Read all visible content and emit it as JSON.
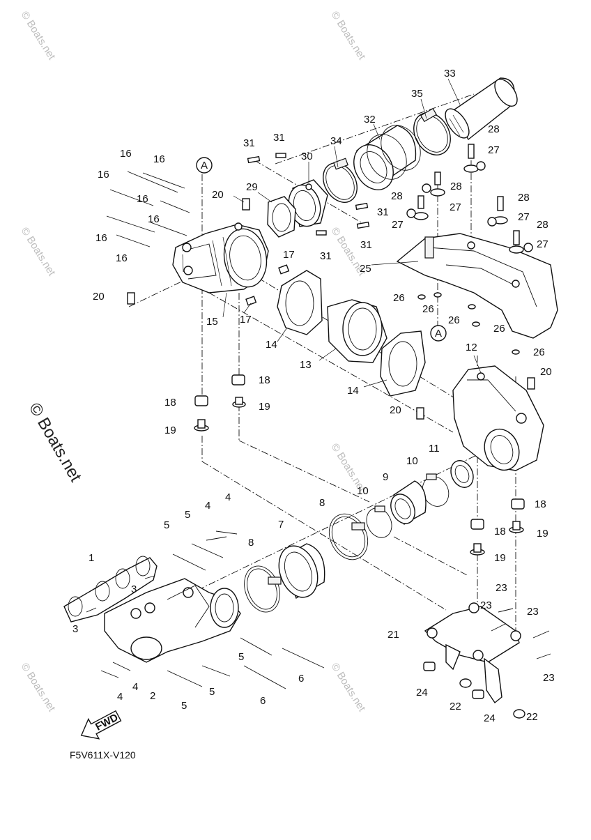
{
  "diagram": {
    "code": "F5V611X-V120",
    "watermark_large": "© Boats.net",
    "watermark_small": "© Boats.net",
    "fwd_label": "FWD",
    "circle_ref": "A",
    "callouts": {
      "c1": "1",
      "c2": "2",
      "c3a": "3",
      "c3b": "3",
      "c4a": "4",
      "c4b": "4",
      "c4c": "4",
      "c4d": "4",
      "c5a": "5",
      "c5b": "5",
      "c5c": "5",
      "c5d": "5",
      "c5e": "5",
      "c6a": "6",
      "c6b": "6",
      "c7": "7",
      "c8a": "8",
      "c8b": "8",
      "c9": "9",
      "c10a": "10",
      "c10b": "10",
      "c11": "11",
      "c12": "12",
      "c13": "13",
      "c14a": "14",
      "c14b": "14",
      "c15": "15",
      "c16a": "16",
      "c16b": "16",
      "c16c": "16",
      "c16d": "16",
      "c16e": "16",
      "c16f": "16",
      "c16g": "16",
      "c17a": "17",
      "c17b": "17",
      "c18a": "18",
      "c18b": "18",
      "c18c": "18",
      "c18d": "18",
      "c19a": "19",
      "c19b": "19",
      "c19c": "19",
      "c19d": "19",
      "c20a": "20",
      "c20b": "20",
      "c20c": "20",
      "c20d": "20",
      "c21": "21",
      "c22a": "22",
      "c22b": "22",
      "c23a": "23",
      "c23b": "23",
      "c23c": "23",
      "c23d": "23",
      "c24a": "24",
      "c24b": "24",
      "c25": "25",
      "c26a": "26",
      "c26b": "26",
      "c26c": "26",
      "c26d": "26",
      "c26e": "26",
      "c27a": "27",
      "c27b": "27",
      "c27c": "27",
      "c27d": "27",
      "c27e": "27",
      "c28a": "28",
      "c28b": "28",
      "c28c": "28",
      "c28d": "28",
      "c28e": "28",
      "c29": "29",
      "c30": "30",
      "c31a": "31",
      "c31b": "31",
      "c31c": "31",
      "c31d": "31",
      "c31e": "31",
      "c32": "32",
      "c33": "33",
      "c34": "34",
      "c35": "35"
    }
  }
}
